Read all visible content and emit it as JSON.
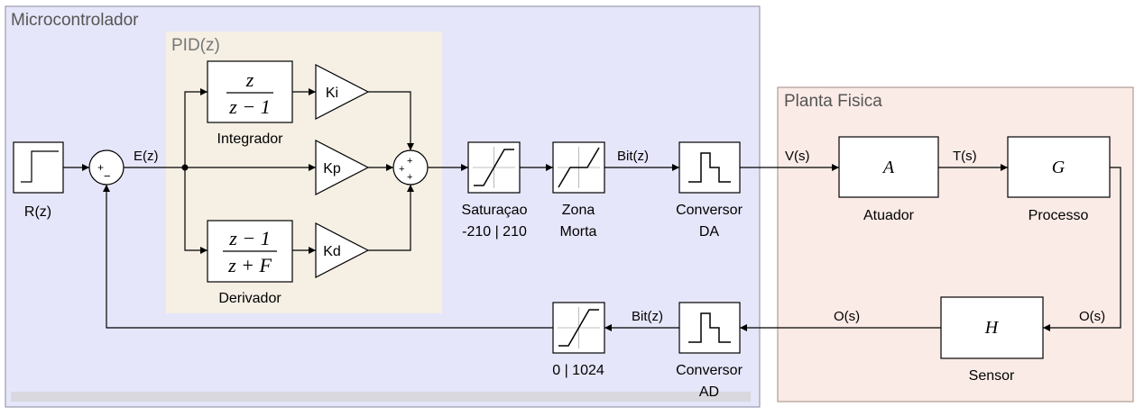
{
  "regions": {
    "microcontroller": "Microcontrolador",
    "pid": "PID(z)",
    "plant": "Planta Fisica"
  },
  "blocks": {
    "step": "R(z)",
    "integrator": {
      "label": "Integrador",
      "num": "z",
      "den": "z − 1"
    },
    "derivator": {
      "label": "Derivador",
      "num": "z − 1",
      "den": "z + F"
    },
    "ki": "Ki",
    "kp": "Kp",
    "kd": "Kd",
    "saturation": {
      "line1": "Saturaçao",
      "line2": "-210 | 210"
    },
    "deadzone": {
      "line1": "Zona",
      "line2": "Morta"
    },
    "dac": {
      "line1": "Conversor",
      "line2": "DA"
    },
    "actuator": {
      "symbol": "A",
      "label": "Atuador"
    },
    "process": {
      "symbol": "G",
      "label": "Processo"
    },
    "sensor": {
      "symbol": "H",
      "label": "Sensor"
    },
    "adc": {
      "line1": "Conversor",
      "line2": "AD"
    },
    "feedback_saturation": "0 | 1024"
  },
  "signals": {
    "error": "E(z)",
    "bit_forward": "Bit(z)",
    "voltage": "V(s)",
    "torque": "T(s)",
    "output_right": "O(s)",
    "output_mid": "O(s)",
    "bit_feedback": "Bit(z)"
  },
  "sum_signs": {
    "first_plus": "+",
    "first_minus": "−",
    "pid_top": "+",
    "pid_left": "+",
    "pid_bottom": "+"
  },
  "colors": {
    "microcontroller_bg": "#e6e6fa",
    "microcontroller_border": "#8a8aa0",
    "pid_bg": "#f5efe4",
    "plant_bg": "#fbebe6",
    "plant_border": "#a08a80",
    "region_title": "#555555"
  }
}
